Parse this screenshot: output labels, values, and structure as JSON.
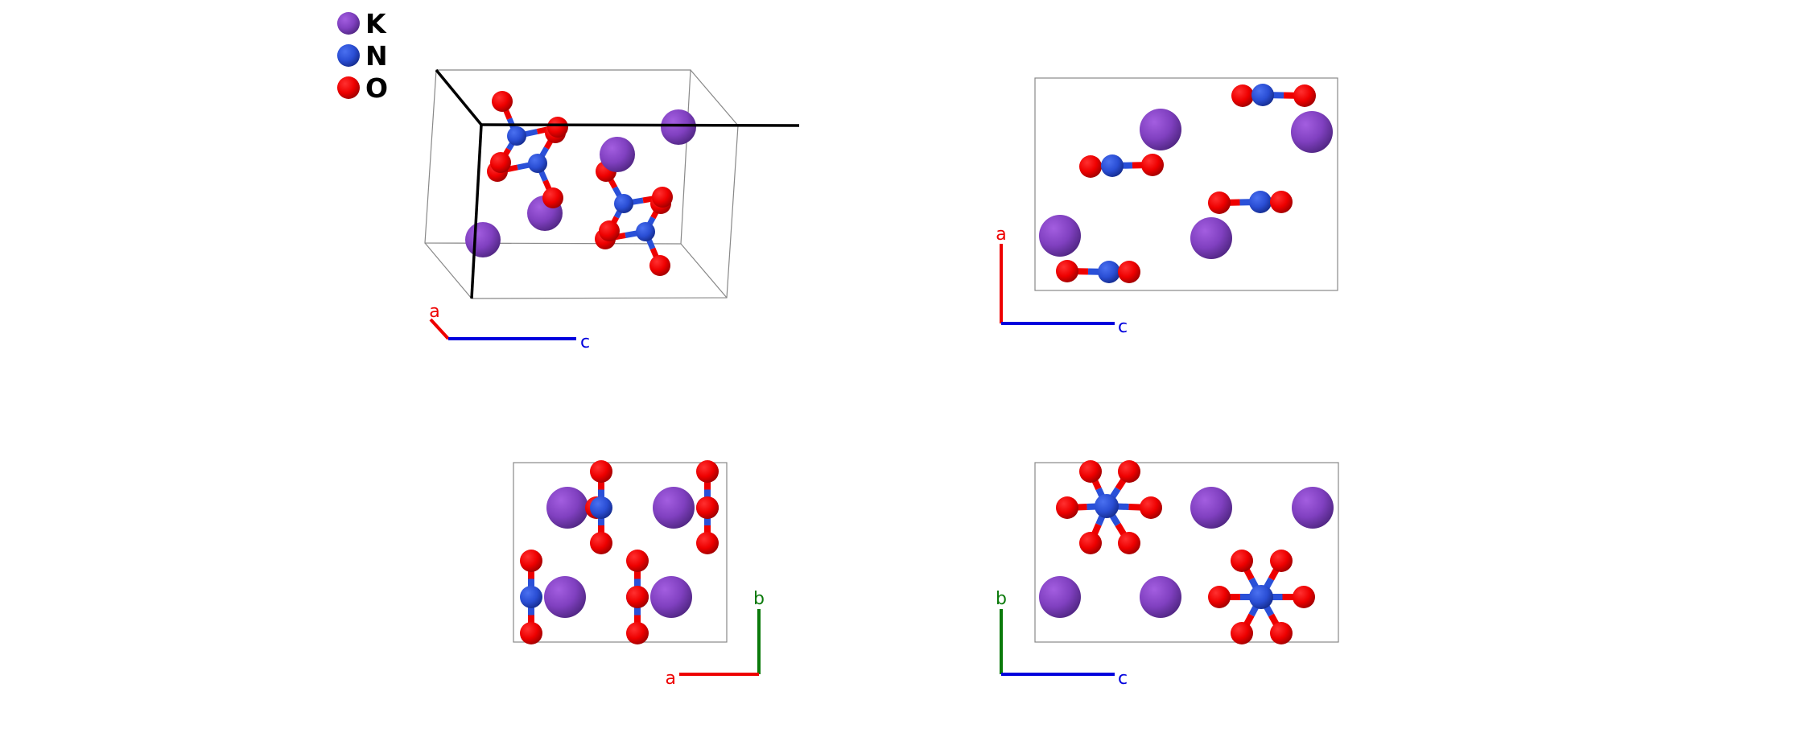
{
  "legend": [
    {
      "symbol": "K",
      "color": "#8a44c8"
    },
    {
      "symbol": "N",
      "color": "#2a50d8"
    },
    {
      "symbol": "O",
      "color": "#ee0000"
    }
  ],
  "views": [
    {
      "name": "perspective",
      "axes": [
        "a",
        "c"
      ]
    },
    {
      "name": "b-projection",
      "axes": [
        "a",
        "c"
      ]
    },
    {
      "name": "c-projection",
      "axes": [
        "b",
        "a"
      ]
    },
    {
      "name": "a-projection",
      "axes": [
        "b",
        "c"
      ]
    }
  ],
  "axis_colors": {
    "a": "#ee0000",
    "b": "#0b7a0b",
    "c": "#0000dd"
  }
}
